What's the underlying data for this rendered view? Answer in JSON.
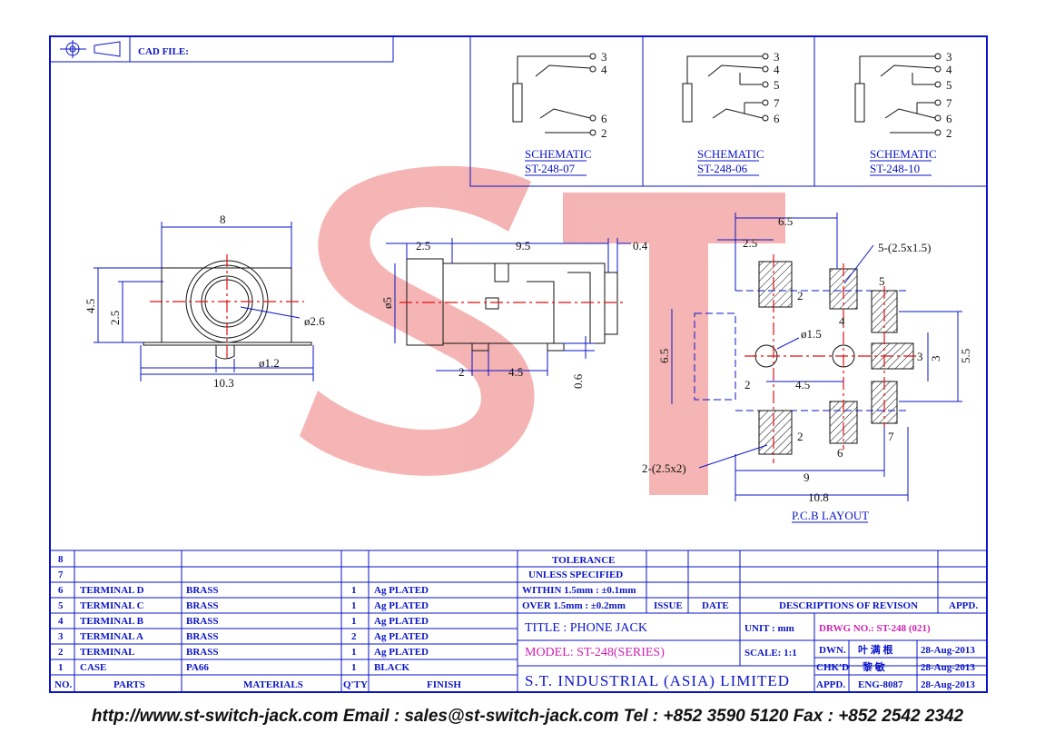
{
  "header": {
    "cad_file_label": "CAD FILE:"
  },
  "schematics": [
    {
      "label": "SCHEMATIC",
      "model": "ST-248-07",
      "pins": [
        "3",
        "4",
        "6",
        "2"
      ]
    },
    {
      "label": "SCHEMATIC",
      "model": "ST-248-06",
      "pins": [
        "3",
        "4",
        "5",
        "7",
        "6"
      ]
    },
    {
      "label": "SCHEMATIC",
      "model": "ST-248-10",
      "pins": [
        "3",
        "4",
        "5",
        "7",
        "6",
        "2"
      ]
    }
  ],
  "front_view": {
    "dims": {
      "width": "8",
      "height": "4.5",
      "bore": "2.5",
      "dia": "ø2.6",
      "pin_dia": "ø1.2",
      "base": "10.3"
    }
  },
  "side_view": {
    "dims": {
      "a": "2.5",
      "b": "9.5",
      "c": "0.4",
      "dia": "ø5",
      "d": "2",
      "e": "4.5",
      "f": "0.6"
    }
  },
  "pcb_layout": {
    "title": "P.C.B LAYOUT",
    "dims": {
      "d65": "6.5",
      "d25": "2.5",
      "pads5": "5-(2.5x1.5)",
      "pads2": "2-(2.5x2)",
      "hole": "ø1.5",
      "d45": "4.5",
      "left65": "6.5",
      "d3": "3",
      "d55": "5.5",
      "d9": "9",
      "d108": "10.8"
    },
    "pin_labels": {
      "p5": "5",
      "p2a": "2",
      "p4": "4",
      "p3": "3",
      "p2b": "2",
      "p2c": "2",
      "p6": "6",
      "p7": "7"
    }
  },
  "bom": {
    "headers": {
      "no": "NO.",
      "parts": "PARTS",
      "materials": "MATERIALS",
      "qty": "Q'TY",
      "finish": "FINISH"
    },
    "rows": [
      {
        "no": "8",
        "part": "",
        "material": "",
        "qty": "",
        "finish": ""
      },
      {
        "no": "7",
        "part": "",
        "material": "",
        "qty": "",
        "finish": ""
      },
      {
        "no": "6",
        "part": "TERMINAL D",
        "material": "BRASS",
        "qty": "1",
        "finish": "Ag PLATED"
      },
      {
        "no": "5",
        "part": "TERMINAL C",
        "material": "BRASS",
        "qty": "1",
        "finish": "Ag PLATED"
      },
      {
        "no": "4",
        "part": "TERMINAL B",
        "material": "BRASS",
        "qty": "1",
        "finish": "Ag PLATED"
      },
      {
        "no": "3",
        "part": "TERMINAL A",
        "material": "BRASS",
        "qty": "2",
        "finish": "Ag PLATED"
      },
      {
        "no": "2",
        "part": "TERMINAL",
        "material": "BRASS",
        "qty": "1",
        "finish": "Ag PLATED"
      },
      {
        "no": "1",
        "part": "CASE",
        "material": "PA66",
        "qty": "1",
        "finish": "BLACK"
      }
    ]
  },
  "title_block": {
    "tolerance_1": "TOLERANCE",
    "tolerance_2": "UNLESS   SPECIFIED",
    "within": "WITHIN  1.5mm : ±0.1mm",
    "over": "OVER    1.5mm : ±0.2mm",
    "issue": "ISSUE",
    "date": "DATE",
    "desc": "DESCRIPTIONS  OF  REVISON",
    "appd": "APPD.",
    "title": "TITLE : PHONE JACK",
    "unit": "UNIT :   mm",
    "dwg_no": "DRWG  NO.: ST-248 (021)",
    "model": "MODEL: ST-248(SERIES)",
    "scale": "SCALE:  1:1",
    "dwn_label": "DWN.",
    "dwn_name": "叶 满 根",
    "dwn_date": "28-Aug-2013",
    "chk_label": "CHK'D",
    "chk_name": "黎 敏",
    "chk_date": "28-Aug-2013",
    "appd_label": "APPD.",
    "appd_name": "ENG-8087",
    "appd_date": "28-Aug-2013",
    "company": "S.T.  INDUSTRIAL  (ASIA)  LIMITED"
  },
  "footer": "http://www.st-switch-jack.com  Email : sales@st-switch-jack.com  Tel : +852 3590 5120  Fax : +852 2542 2342",
  "colors": {
    "line": "#0a14c8",
    "logo": "#f4a8a8",
    "model": "#d020b0"
  }
}
